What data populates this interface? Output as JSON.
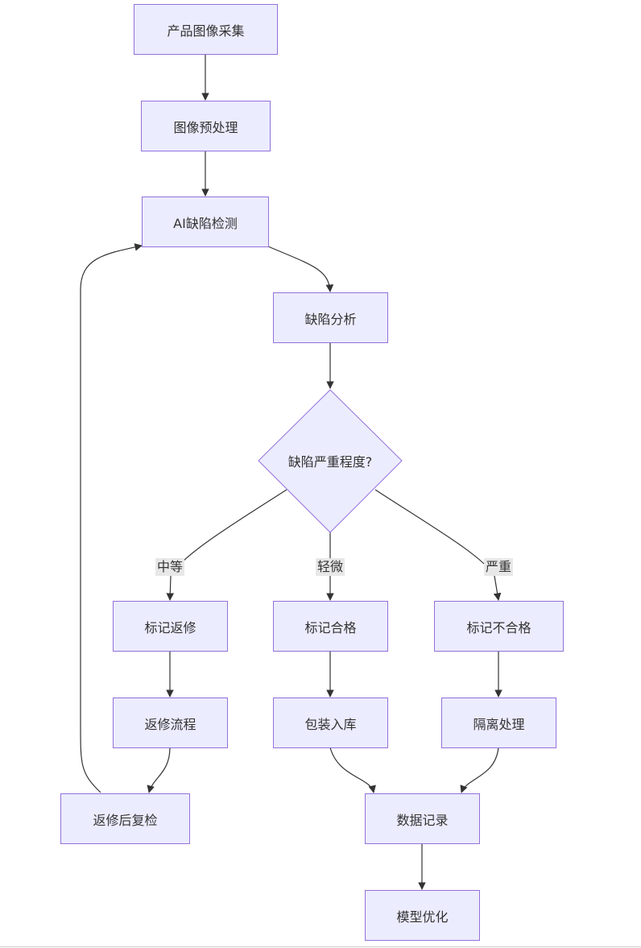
{
  "colors": {
    "node_fill": "#ECECFF",
    "node_border": "#9370DB",
    "edge": "#333333",
    "label_bg": "#E8E8E8"
  },
  "nodes": {
    "capture": "产品图像采集",
    "preprocess": "图像预处理",
    "ai_detect": "AI缺陷检测",
    "analysis": "缺陷分析",
    "severity": "缺陷严重程度?",
    "mark_rework": "标记返修",
    "mark_pass": "标记合格",
    "mark_fail": "标记不合格",
    "rework_flow": "返修流程",
    "pack": "包装入库",
    "isolate": "隔离处理",
    "recheck": "返修后复检",
    "record": "数据记录",
    "optimize": "模型优化"
  },
  "edge_labels": {
    "medium": "中等",
    "minor": "轻微",
    "severe": "严重"
  }
}
